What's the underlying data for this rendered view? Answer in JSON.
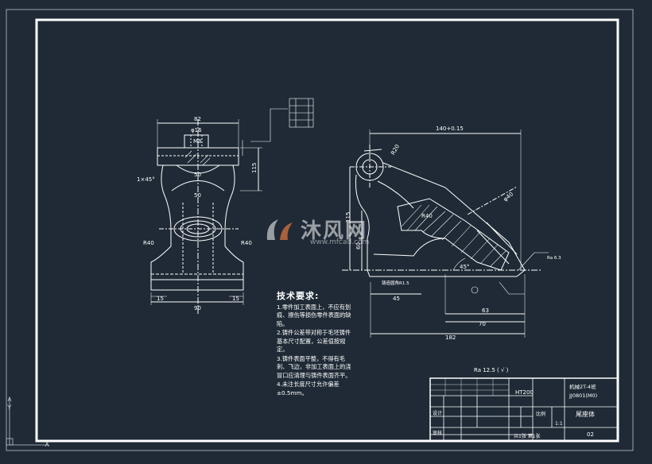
{
  "drawing": {
    "tech_requirements": {
      "heading": "技术要求:",
      "items": [
        "1.零件加工表面上，不应有划痕、擦伤等损伤零件表面的缺陷。",
        "2.铸件公差带对称于毛坯铸件基本尺寸配置，公差值按规定。",
        "3.铸件表面平整，不得有毛刺、飞边，非加工表面上的浇冒口应清理与铸件表面齐平。",
        "4.未注长度尺寸允许偏差±0.5mm。"
      ]
    },
    "dimensions": {
      "front_top_width": "82",
      "front_bore": "φ16",
      "front_thread": "M8",
      "front_chamfer": "1×45°",
      "front_bore_mid": "50",
      "front_bore_low": "50",
      "front_r_left": "R40",
      "front_r_right": "R40",
      "front_bottom_left": "15",
      "front_bottom_right": "15",
      "front_base_width": "90",
      "front_height": "115",
      "side_top": "140+0.15",
      "side_r_top": "R20",
      "side_dia": "φ40",
      "side_r_mid": "R40",
      "side_left_h1": "60",
      "side_left_h2": "115",
      "side_bottom_1": "45",
      "side_bottom_2": "63",
      "side_bottom_3": "70",
      "side_total": "182",
      "side_angle": "45°",
      "side_note": "铸造圆角R1.5",
      "side_rough": "Ra 6.3",
      "roughness_note": "Ra 12.5 ( √ )"
    },
    "title_block": {
      "material": "HT200",
      "school": "机械2T-4班",
      "code": "JJ0801(M0)",
      "part_name": "尾座体",
      "scale_label": "比例",
      "scale_value": "1:1",
      "sheet": "02",
      "designer_label": "设计",
      "check_label": "审核",
      "count_label": "共1张 第1张"
    },
    "watermark": {
      "cn": "沐风网",
      "url": "www.mfcad.com"
    },
    "colors": {
      "background": "#1f2a36",
      "line": "#ffffff",
      "hatch": "#ffffff"
    }
  }
}
